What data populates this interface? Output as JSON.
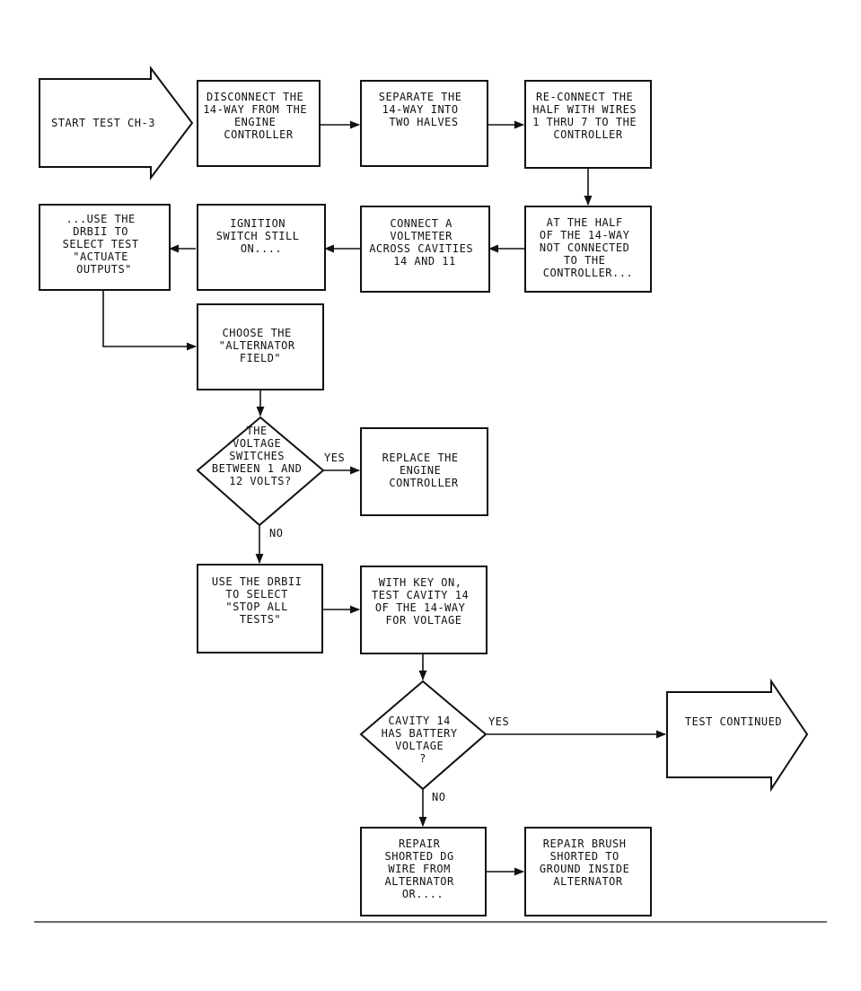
{
  "nodes": {
    "start": "START TEST CH-3",
    "disconnect": [
      "DISCONNECT THE",
      "14-WAY FROM THE",
      "ENGINE",
      "CONTROLLER"
    ],
    "separate": [
      "SEPARATE THE",
      "14-WAY INTO",
      "TWO HALVES"
    ],
    "reconnect": [
      "RE-CONNECT THE",
      "HALF WITH WIRES",
      "1 THRU 7 TO THE",
      "CONTROLLER"
    ],
    "at_half": [
      "AT THE HALF",
      "OF THE 14-WAY",
      "NOT CONNECTED",
      "TO THE",
      "CONTROLLER..."
    ],
    "voltmeter": [
      "CONNECT A",
      "VOLTMETER",
      "ACROSS CAVITIES",
      "14 AND 11"
    ],
    "ignition": [
      "IGNITION",
      "SWITCH STILL",
      "ON...."
    ],
    "use_drb_actuate": [
      "...USE THE",
      "DRBII TO",
      "SELECT TEST",
      "\"ACTUATE",
      "OUTPUTS\""
    ],
    "choose_field": [
      "CHOOSE THE",
      "\"ALTERNATOR",
      "FIELD\""
    ],
    "decision_switches": [
      "THE",
      "VOLTAGE",
      "SWITCHES",
      "BETWEEN 1 AND",
      "12 VOLTS?"
    ],
    "replace_controller": [
      "REPLACE THE",
      "ENGINE",
      "CONTROLLER"
    ],
    "stop_tests": [
      "USE THE DRBII",
      "TO SELECT",
      "\"STOP ALL",
      "TESTS\""
    ],
    "key_on_test": [
      "WITH KEY ON,",
      "TEST CAVITY 14",
      "OF THE 14-WAY",
      "FOR VOLTAGE"
    ],
    "decision_battery": [
      "CAVITY 14",
      "HAS BATTERY",
      "VOLTAGE",
      "?"
    ],
    "test_continued": "TEST CONTINUED",
    "repair_dg": [
      "REPAIR",
      "SHORTED DG",
      "WIRE FROM",
      "ALTERNATOR",
      "OR...."
    ],
    "repair_brush": [
      "REPAIR BRUSH",
      "SHORTED TO",
      "GROUND INSIDE",
      "ALTERNATOR"
    ]
  },
  "edge_labels": {
    "d1_yes": "YES",
    "d1_no": "NO",
    "d2_yes": "YES",
    "d2_no": "NO"
  }
}
